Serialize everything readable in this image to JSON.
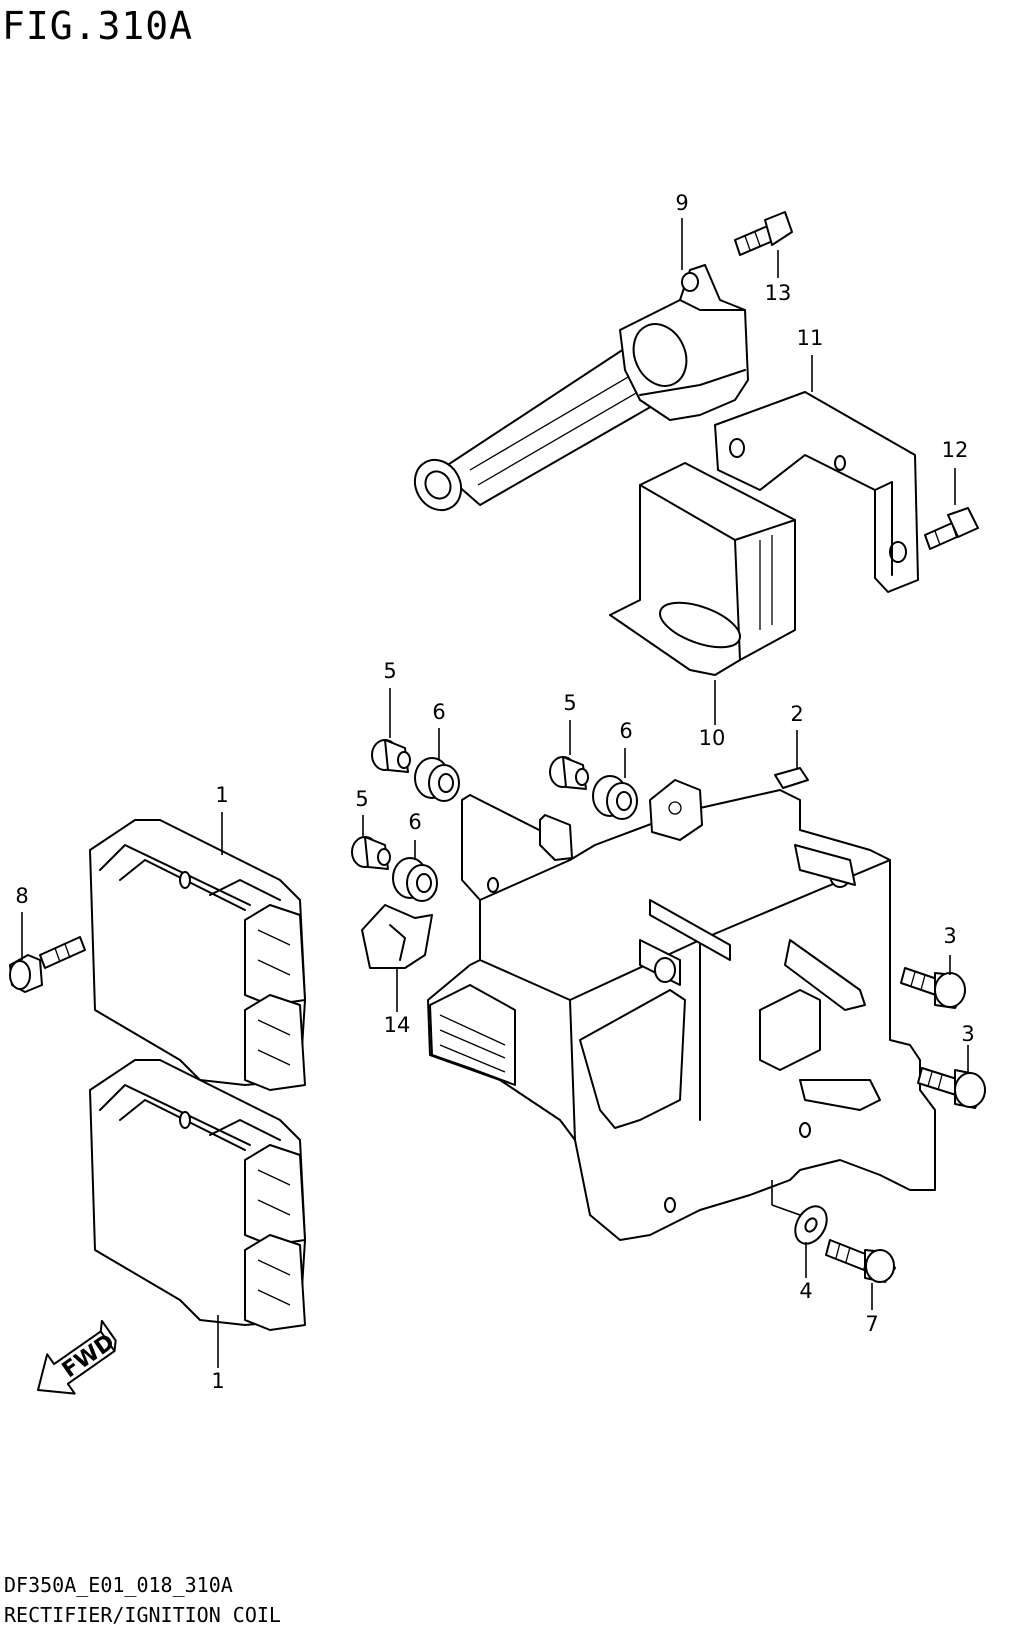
{
  "figure": {
    "title": "FIG.310A",
    "code": "DF350A_E01_018_310A",
    "name": "RECTIFIER/IGNITION COIL"
  },
  "direction_arrow": {
    "label": "FWD"
  },
  "callouts": {
    "rectifier_upper": "1",
    "rectifier_lower": "1",
    "clip": "2",
    "bolt_right_upper": "3",
    "bolt_right_lower": "3",
    "washer": "4",
    "collar_a": "5",
    "collar_b": "5",
    "collar_c": "5",
    "grommet_a": "6",
    "grommet_b": "6",
    "grommet_c": "6",
    "bolt_bottom": "7",
    "bolt_left": "8",
    "ignition_coil": "9",
    "coil_cover": "10",
    "coil_bracket": "11",
    "bracket_bolt": "12",
    "coil_bolt": "13",
    "clamp": "14"
  }
}
